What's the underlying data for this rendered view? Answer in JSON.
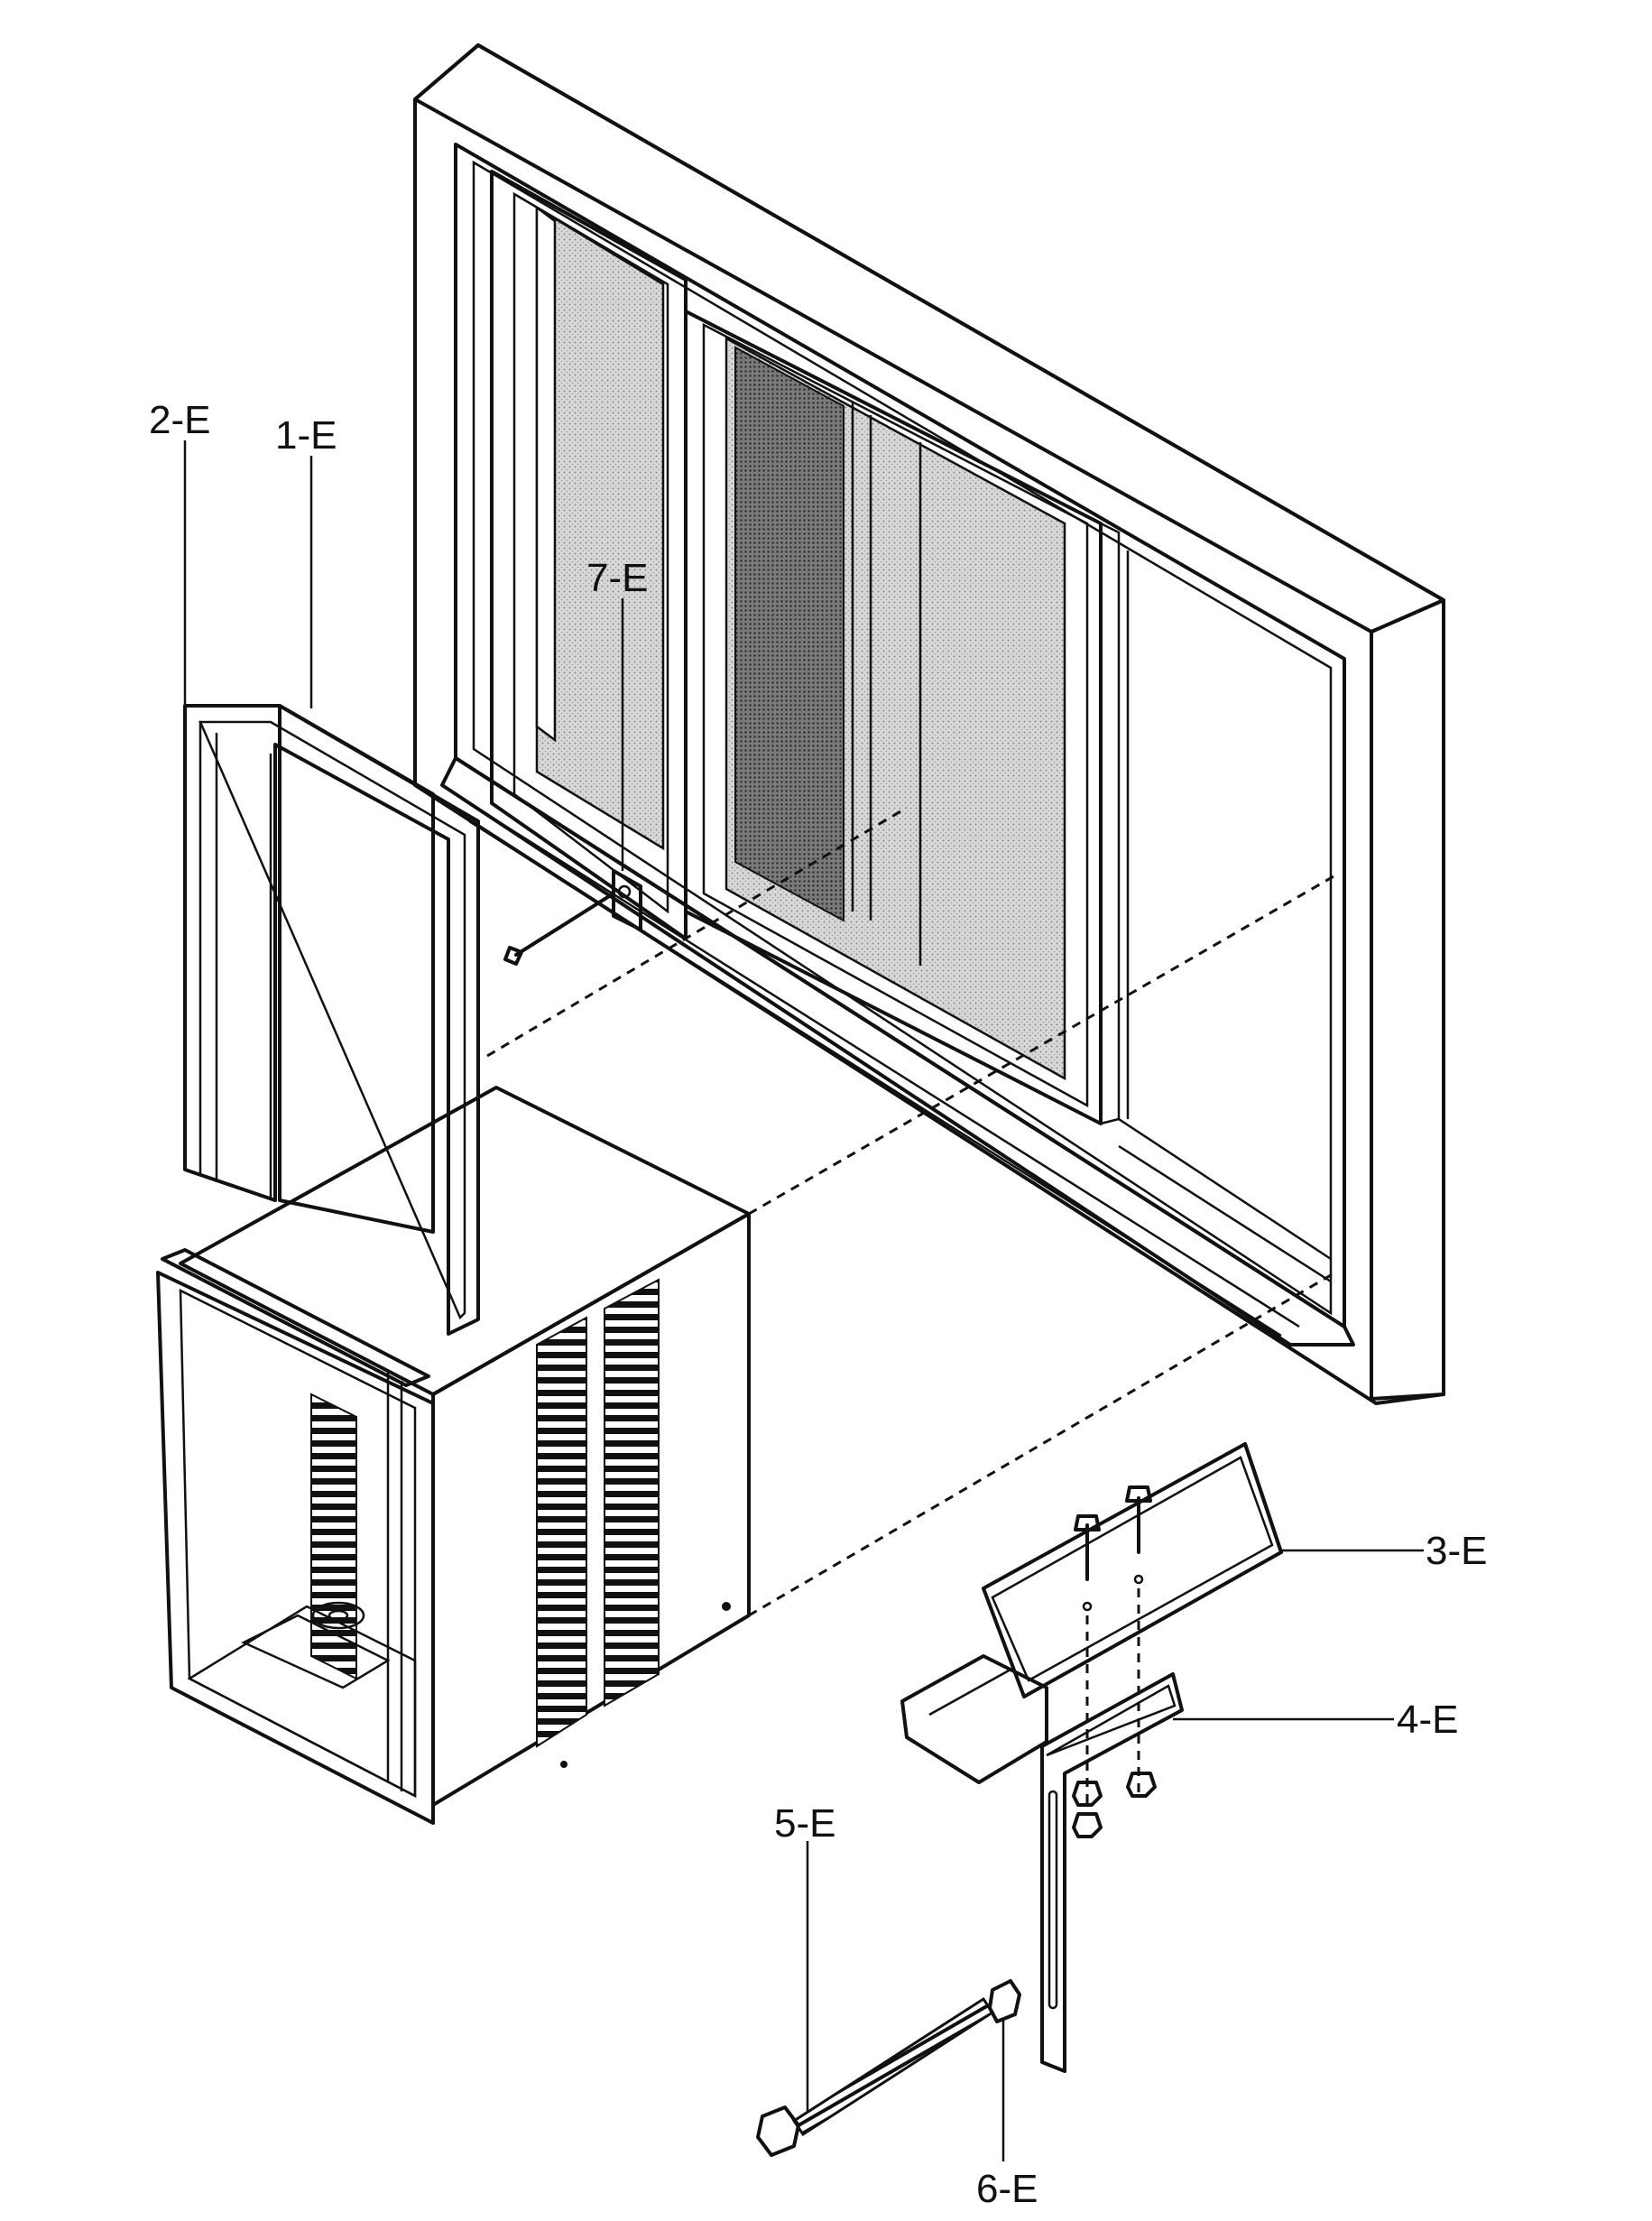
{
  "parts": {
    "p1": {
      "label": "1-E"
    },
    "p2": {
      "label": "2-E"
    },
    "p3": {
      "label": "3-E"
    },
    "p4": {
      "label": "4-E"
    },
    "p5": {
      "label": "5-E"
    },
    "p6": {
      "label": "6-E"
    },
    "p7": {
      "label": "7-E"
    }
  },
  "colors": {
    "line": "#111111",
    "screen_light": "#c8c8c8",
    "screen_dark": "#6a6a6a",
    "background": "#ffffff"
  }
}
